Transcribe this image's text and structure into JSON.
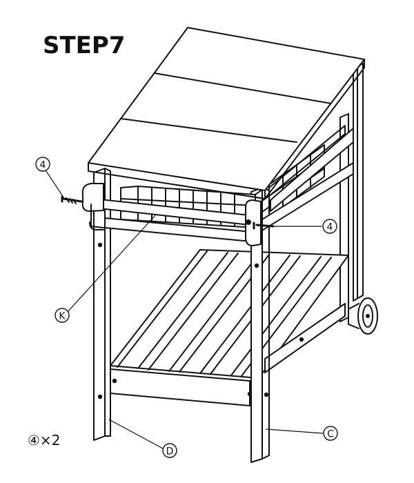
{
  "step": {
    "title": "STEP7"
  },
  "callouts": {
    "screw_left": "4",
    "screw_right": "4",
    "handle": "K",
    "leg_front_right": "C",
    "leg_front_left": "D"
  },
  "quantity": {
    "label": "④×2"
  },
  "colors": {
    "line": "#111111",
    "background": "#ffffff"
  }
}
